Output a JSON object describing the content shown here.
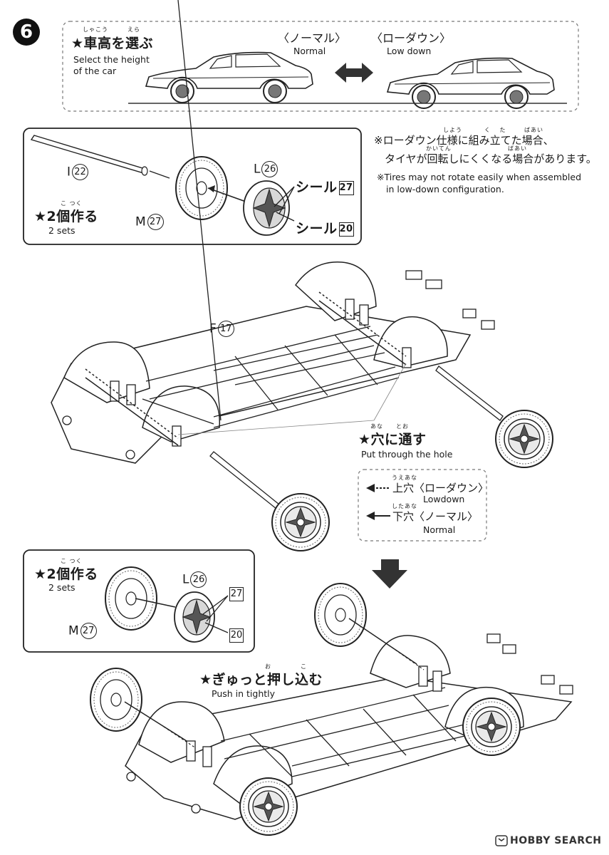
{
  "step": {
    "number": "6"
  },
  "height_select": {
    "ruby1": "しゃこう",
    "ruby2": "えら",
    "title": "★車高を選ぶ",
    "subtitle_line1": "Select the height",
    "subtitle_line2": "of the car",
    "normal_jp": "〈ノーマル〉",
    "normal_en": "Normal",
    "lowdown_jp": "〈ローダウン〉",
    "lowdown_en": "Low down"
  },
  "note": {
    "ruby_a": "しよう",
    "ruby_b": "く　 た",
    "ruby_c": "ばあい",
    "line1": "※ローダウン仕様に組み立てた場合、",
    "ruby_d": "かいてん",
    "ruby_e": "ばあい",
    "line2": "タイヤが回転しにくくなる場合があります。",
    "en_line1": "※Tires may not rotate easily when assembled",
    "en_line2": "in low-down configuration."
  },
  "panel_top": {
    "part_i": "I",
    "part_i_num": "22",
    "part_l": "L",
    "part_l_num": "26",
    "part_m": "M",
    "part_m_num": "27",
    "seal_label": "シール",
    "seal_a": "27",
    "seal_b": "20",
    "make_ruby": "こ つく",
    "make": "★2個作る",
    "make_en": "2 sets"
  },
  "chassis": {
    "part_f": "F",
    "part_f_num": "17",
    "hole_ruby_a": "あな",
    "hole_ruby_b": "とお",
    "hole_jp": "★穴に通す",
    "hole_en": "Put through the hole"
  },
  "legend": {
    "upper_ruby": "うえあな",
    "upper_jp": "上穴〈ローダウン〉",
    "upper_en": "Lowdown",
    "lower_ruby": "したあな",
    "lower_jp": "下穴〈ノーマル〉",
    "lower_en": "Normal"
  },
  "panel_bottom": {
    "make_ruby": "こ つく",
    "make": "★2個作る",
    "make_en": "2 sets",
    "part_l": "L",
    "part_l_num": "26",
    "part_m": "M",
    "part_m_num": "27",
    "seal_a": "27",
    "seal_b": "20"
  },
  "push": {
    "ruby_a": "お",
    "ruby_b": "こ",
    "jp": "★ぎゅっと押し込む",
    "en": "Push in tightly"
  },
  "watermark": {
    "text": "HOBBY SEARCH"
  }
}
